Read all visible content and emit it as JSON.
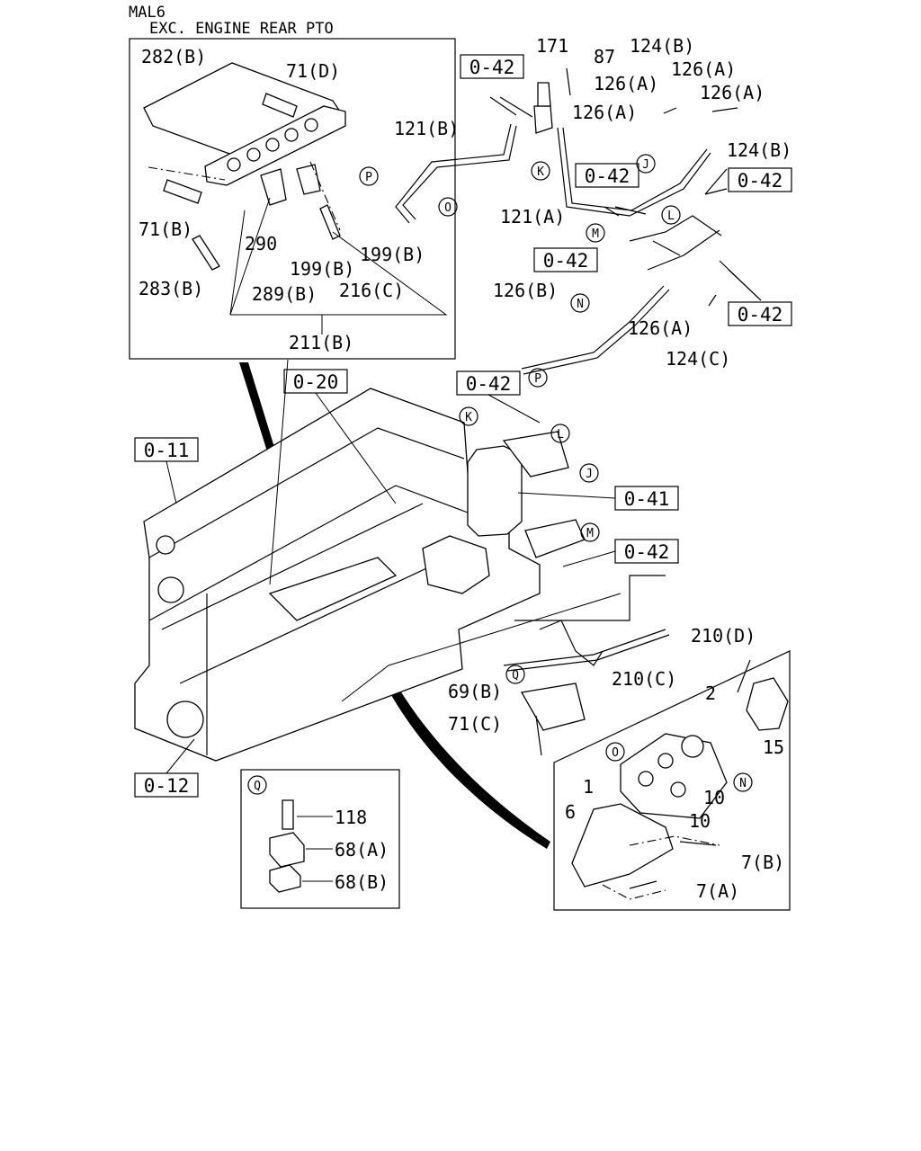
{
  "header": {
    "code": "MAL6",
    "subtitle": "EXC. ENGINE REAR PTO"
  },
  "inset_detail": {
    "labels": [
      "282(B)",
      "71(D)",
      "71(B)",
      "290",
      "199(B)",
      "199(B)",
      "283(B)",
      "289(B)",
      "216(C)",
      "211(B)"
    ],
    "markers": [
      "P"
    ]
  },
  "refs": {
    "r042a": "0-42",
    "r042b": "0-42",
    "r042c": "0-42",
    "r042d": "0-42",
    "r042e": "0-42",
    "r042f": "0-42",
    "r042g": "0-42",
    "r020": "0-20",
    "r011": "0-11",
    "r041": "0-41",
    "r012": "0-12"
  },
  "pipes": {
    "labels": [
      "171",
      "87",
      "124(B)",
      "126(A)",
      "126(A)",
      "126(A)",
      "126(A)",
      "124(B)",
      "121(B)",
      "121(A)",
      "126(B)",
      "126(A)",
      "124(C)"
    ],
    "markers": [
      "K",
      "J",
      "L",
      "O",
      "M",
      "N",
      "P"
    ]
  },
  "main": {
    "labels": [
      "210(D)",
      "210(C)",
      "69(B)",
      "71(C)"
    ],
    "markers": [
      "K",
      "L",
      "J",
      "M",
      "Q"
    ]
  },
  "pump_detail": {
    "labels": [
      "2",
      "15",
      "1",
      "10",
      "10",
      "6",
      "7(B)",
      "7(A)"
    ],
    "markers": [
      "O",
      "N"
    ]
  },
  "clamp_detail": {
    "labels": [
      "118",
      "68(A)",
      "68(B)"
    ],
    "markers": [
      "Q"
    ]
  }
}
